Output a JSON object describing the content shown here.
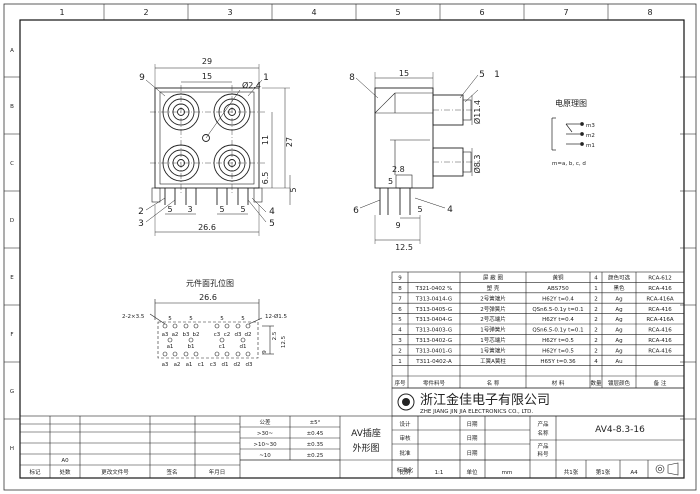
{
  "frame": {
    "top_cols": [
      "1",
      "2",
      "3",
      "4",
      "5",
      "6",
      "7",
      "8"
    ],
    "side_rows": [
      "A",
      "B",
      "C",
      "D",
      "E",
      "F",
      "G",
      "H"
    ]
  },
  "front_view": {
    "dims": {
      "overall_width": "29",
      "pitch_top": "15",
      "hole_dia": "Ø2.4",
      "height_27": "27",
      "height_11": "11",
      "height_6_5": "6.5",
      "height_5": "5",
      "pin_5a": "5",
      "pin_3": "3",
      "pin_5b": "5",
      "pin_5c": "5",
      "base_width": "26.6"
    },
    "callouts": {
      "c9": "9",
      "c1": "1",
      "c2": "2",
      "c3": "3",
      "c4": "4",
      "c5": "5"
    }
  },
  "side_view": {
    "dims": {
      "depth_15": "15",
      "dia_11": "Ø11.4",
      "dia_8_3": "Ø8.3",
      "h_2_8": "2.8",
      "h_5": "5",
      "d_5": "5",
      "d_12_5": "12.5",
      "w_9": "9"
    },
    "callouts": {
      "c8": "8",
      "c5": "5",
      "c1": "1",
      "c6": "6",
      "c4": "4"
    }
  },
  "schematic": {
    "title": "电原理图",
    "pins": [
      "m3",
      "m2",
      "m1"
    ],
    "note": "m=a, b, c, d"
  },
  "pcb_layout": {
    "title": "元件面孔位图",
    "width": "26.6",
    "holes_left": "2-2×3.5",
    "holes_right": "12-Ø1.5",
    "pitch": [
      "5",
      "5",
      "5",
      "5"
    ],
    "row_labels_top": [
      "a3",
      "a2",
      "b3",
      "b2",
      "c3",
      "c2",
      "d3",
      "d2"
    ],
    "row_labels_mid": [
      "a1",
      "b1",
      "c1",
      "d1"
    ],
    "row_labels_bot": [
      "a3",
      "a2",
      "a1",
      "c1",
      "c3",
      "d1",
      "d2",
      "d3"
    ],
    "right_dims": [
      "12.5",
      "2.5",
      "9"
    ]
  },
  "bom": {
    "rows": [
      {
        "idx": "9",
        "code": "",
        "name": "屏 蔽 圈",
        "mat": "黄铜",
        "qty": "4",
        "color": "颜色可选",
        "note": "RCA-612"
      },
      {
        "idx": "8",
        "code": "T321-0402 %",
        "name": "塑    壳",
        "mat": "ABS750",
        "qty": "1",
        "color": "黑色",
        "note": "RCA-416"
      },
      {
        "idx": "7",
        "code": "T313-0414-G",
        "name": "2号簧端片",
        "mat": "H62Y t=0.4",
        "qty": "2",
        "color": "Ag",
        "note": "RCA-416A"
      },
      {
        "idx": "6",
        "code": "T313-0405-G",
        "name": "2号弹簧片",
        "mat": "QSn6.5-0.1y t=0.1",
        "qty": "2",
        "color": "Ag",
        "note": "RCA-416"
      },
      {
        "idx": "5",
        "code": "T313-0404-G",
        "name": "2号芯端片",
        "mat": "H62Y t=0.4",
        "qty": "2",
        "color": "Ag",
        "note": "RCA-416A"
      },
      {
        "idx": "4",
        "code": "T313-0403-G",
        "name": "1号弹簧片",
        "mat": "QSn6.5-0.1y t=0.1",
        "qty": "2",
        "color": "Ag",
        "note": "RCA-416"
      },
      {
        "idx": "3",
        "code": "T313-0402-G",
        "name": "1号芯端片",
        "mat": "H62Y t=0.5",
        "qty": "2",
        "color": "Ag",
        "note": "RCA-416"
      },
      {
        "idx": "2",
        "code": "T313-0401-G",
        "name": "1号簧端片",
        "mat": "H62Y t=0.5",
        "qty": "2",
        "color": "Ag",
        "note": "RCA-416"
      },
      {
        "idx": "1",
        "code": "T311-0402-A",
        "name": "工簧A簧柱",
        "mat": "H65Y t=0.36",
        "qty": "4",
        "color": "Au",
        "note": ""
      }
    ],
    "header": {
      "idx": "序号",
      "code": "零件料号",
      "name": "名    称",
      "mat": "材    料",
      "qty": "数量",
      "color": "镀层颜色",
      "note": "备    注"
    }
  },
  "company": {
    "cn": "浙江金佳电子有限公司",
    "en": "ZHE  JIANG  JIN  JIA  ELECTRONICS  CO., LTD."
  },
  "title_block": {
    "product_name": "AV插座\n外形图",
    "product_name_l1": "AV插座",
    "product_name_l2": "外形图",
    "part_no": "AV4-8.3-16",
    "labels": {
      "design": "设计",
      "check": "审核",
      "approve": "批准",
      "std": "标准化",
      "date": "日期",
      "product": "产品",
      "name": "名称",
      "code": "料号",
      "scale": "比例",
      "unit": "单位",
      "sheet": "共1张",
      "page": "第1张",
      "scale_val": "1:1",
      "unit_val": "mm",
      "size": "A4"
    },
    "tolerance": {
      "head_a": "公差",
      "head_b": "±5°",
      "r1a": ">30~",
      "r1b": "±0.45",
      "r2a": ">10~30",
      "r2b": "±0.35",
      "r3a": "~10",
      "r3b": "±0.25"
    },
    "revision": {
      "mark": "标记",
      "count": "处数",
      "file": "更改文件号",
      "sign": "签名",
      "date": "年月日",
      "row1": "A0"
    }
  }
}
